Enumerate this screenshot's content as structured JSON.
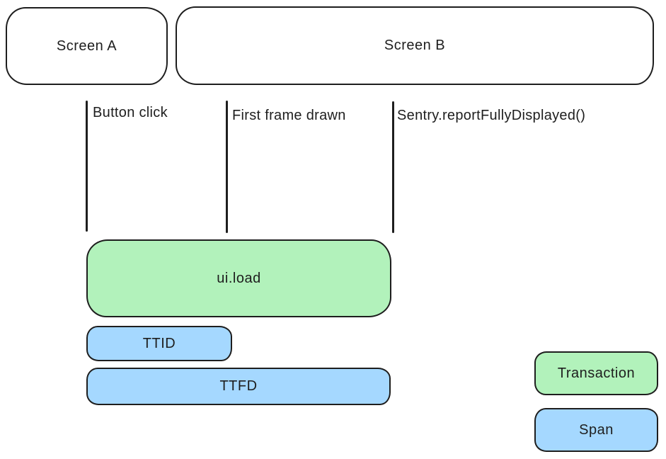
{
  "diagram": {
    "description": "Hand-drawn timeline diagram of a mobile screen transition instrumented with Sentry",
    "colors": {
      "background": "#ffffff",
      "stroke": "#1e1e1e",
      "transaction_fill": "#b2f2bb",
      "span_fill": "#a5d8ff"
    },
    "screens": [
      {
        "label": "Screen A"
      },
      {
        "label": "Screen B"
      }
    ],
    "markers": [
      {
        "label": "Button click"
      },
      {
        "label": "First frame drawn"
      },
      {
        "label": "Sentry.reportFullyDisplayed()"
      }
    ],
    "bars": {
      "transaction": {
        "label": "ui.load"
      },
      "ttid": {
        "label": "TTID"
      },
      "ttfd": {
        "label": "TTFD"
      }
    },
    "legend": [
      {
        "label": "Transaction",
        "swatch": "#b2f2bb"
      },
      {
        "label": "Span",
        "swatch": "#a5d8ff"
      }
    ]
  }
}
